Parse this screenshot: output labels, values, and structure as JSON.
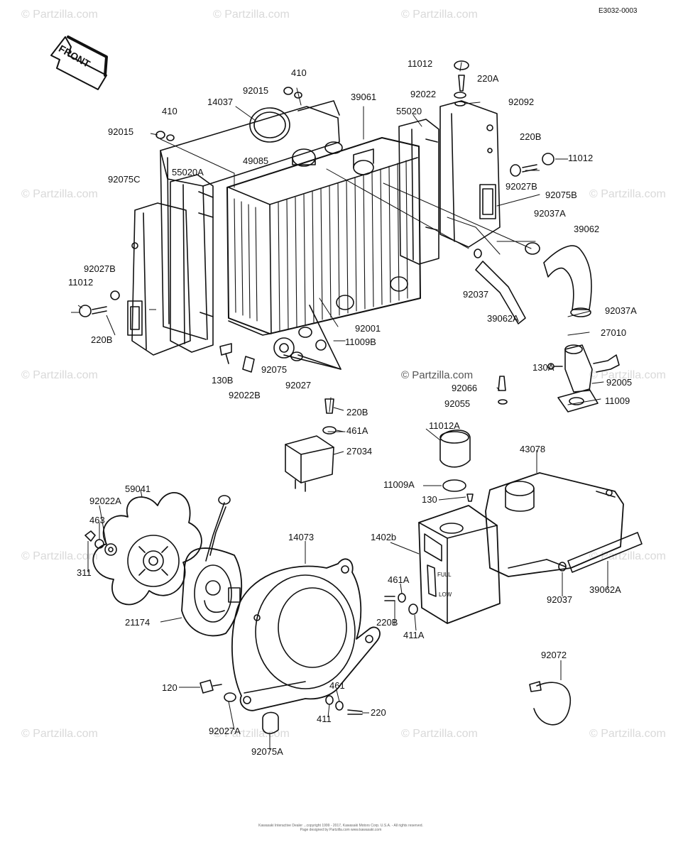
{
  "diagram_code": "E3032-0003",
  "front_label": "FRONT",
  "watermark": "© Partzilla.com",
  "footer": [
    "Kawasaki Interactive Dealer ...copyright 1999 - 2017, Kawasaki Motors Corp. U.S.A. - All rights reserved.",
    "Page designed by Partzilla.com www.kawasaki.com"
  ],
  "tank_marks": [
    "FULL",
    "LOW"
  ],
  "colors": {
    "ink": "#111111",
    "watermark": "#d9d9d9",
    "paper": "#ffffff"
  },
  "labels": [
    {
      "id": "410a",
      "text": "410"
    },
    {
      "id": "92015a",
      "text": "92015"
    },
    {
      "id": "14037",
      "text": "14037"
    },
    {
      "id": "39061",
      "text": "39061"
    },
    {
      "id": "11012a",
      "text": "11012"
    },
    {
      "id": "220Aa",
      "text": "220A"
    },
    {
      "id": "92022a",
      "text": "92022"
    },
    {
      "id": "92092",
      "text": "92092"
    },
    {
      "id": "410b",
      "text": "410"
    },
    {
      "id": "92015b",
      "text": "92015"
    },
    {
      "id": "55020",
      "text": "55020"
    },
    {
      "id": "220Ba",
      "text": "220B"
    },
    {
      "id": "11012b",
      "text": "11012"
    },
    {
      "id": "49085",
      "text": "49085"
    },
    {
      "id": "55020A",
      "text": "55020A"
    },
    {
      "id": "92075C",
      "text": "92075C"
    },
    {
      "id": "92027Ba",
      "text": "92027B"
    },
    {
      "id": "92075B",
      "text": "92075B"
    },
    {
      "id": "92037A1",
      "text": "92037A"
    },
    {
      "id": "39062",
      "text": "39062"
    },
    {
      "id": "92027Bb",
      "text": "92027B"
    },
    {
      "id": "11012c",
      "text": "11012"
    },
    {
      "id": "92037a",
      "text": "92037"
    },
    {
      "id": "220Bb",
      "text": "220B"
    },
    {
      "id": "39062Aa",
      "text": "39062A"
    },
    {
      "id": "92037A2",
      "text": "92037A"
    },
    {
      "id": "92001",
      "text": "92001"
    },
    {
      "id": "11009B",
      "text": "11009B"
    },
    {
      "id": "27010",
      "text": "27010"
    },
    {
      "id": "92075",
      "text": "92075"
    },
    {
      "id": "130B",
      "text": "130B"
    },
    {
      "id": "92027",
      "text": "92027"
    },
    {
      "id": "92022B",
      "text": "92022B"
    },
    {
      "id": "130A",
      "text": "130A"
    },
    {
      "id": "92066",
      "text": "92066"
    },
    {
      "id": "92005",
      "text": "92005"
    },
    {
      "id": "92055",
      "text": "92055"
    },
    {
      "id": "11009",
      "text": "11009"
    },
    {
      "id": "220Bc",
      "text": "220B"
    },
    {
      "id": "461Aa",
      "text": "461A"
    },
    {
      "id": "11012A",
      "text": "11012A"
    },
    {
      "id": "27034",
      "text": "27034"
    },
    {
      "id": "43078",
      "text": "43078"
    },
    {
      "id": "59041",
      "text": "59041"
    },
    {
      "id": "11009A",
      "text": "11009A"
    },
    {
      "id": "130",
      "text": "130"
    },
    {
      "id": "92022A",
      "text": "92022A"
    },
    {
      "id": "463",
      "text": "463"
    },
    {
      "id": "14073",
      "text": "14073"
    },
    {
      "id": "14026",
      "text": "1402b"
    },
    {
      "id": "311",
      "text": "311"
    },
    {
      "id": "461Ab",
      "text": "461A"
    },
    {
      "id": "92037b",
      "text": "92037"
    },
    {
      "id": "39062Ab",
      "text": "39062A"
    },
    {
      "id": "21174",
      "text": "21174"
    },
    {
      "id": "220Bd",
      "text": "220B"
    },
    {
      "id": "411A",
      "text": "411A"
    },
    {
      "id": "92072",
      "text": "92072"
    },
    {
      "id": "120",
      "text": "120"
    },
    {
      "id": "461",
      "text": "461"
    },
    {
      "id": "411",
      "text": "411"
    },
    {
      "id": "220",
      "text": "220"
    },
    {
      "id": "92027A",
      "text": "92027A"
    },
    {
      "id": "92075A",
      "text": "92075A"
    }
  ]
}
